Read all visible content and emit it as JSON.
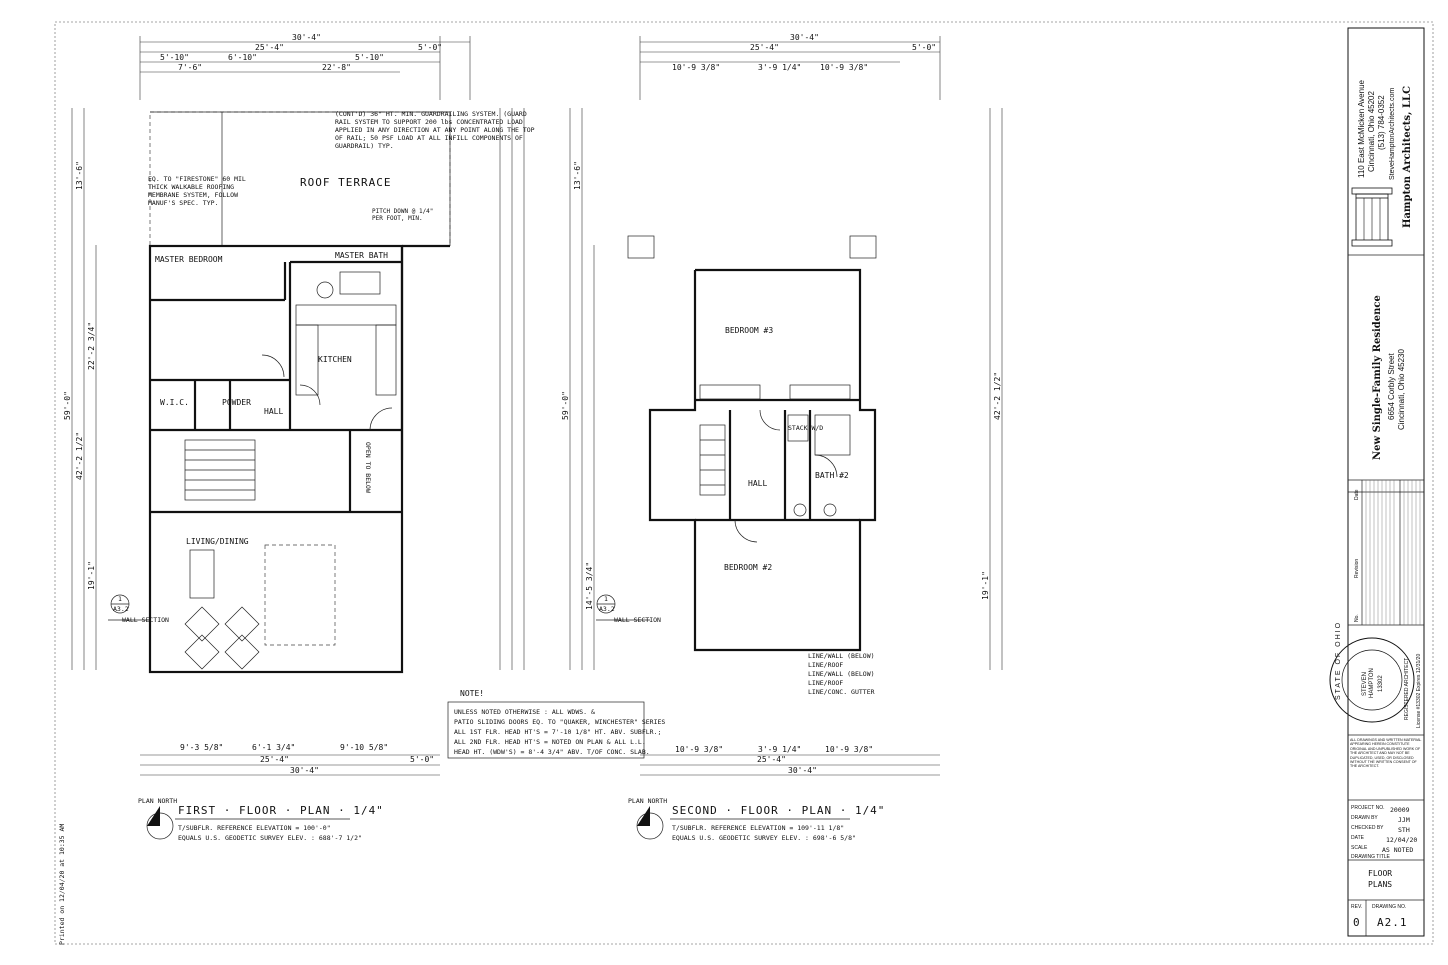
{
  "plot_stamp": "Printed on 12/04/20 at 10:35 AM",
  "first_floor": {
    "overall_width": "30'-4\"",
    "upper_dims": [
      "5'-10\"",
      "6'-10\"",
      "5'-10\"",
      "5'-0\"",
      "25'-4\"",
      "22'-8\"",
      "7'-6\""
    ],
    "lower_dims": [
      "9'-3 5/8\"",
      "6'-1 3/4\"",
      "9'-10 5/8\"",
      "5'-0\"",
      "25'-4\"",
      "30'-4\""
    ],
    "side_dims": [
      "59'-0\"",
      "22'-2 3/4\"",
      "19'-1\"",
      "13'-6\"",
      "42'-2 1/2\""
    ],
    "rooms": [
      "MASTER BEDROOM",
      "MASTER BATH",
      "KITCHEN",
      "W.I.C.",
      "POWDER",
      "HALL",
      "LIVING/DINING",
      "ROOF TERRACE",
      "OPEN TO BELOW"
    ],
    "guardrail_note": "(CONT'D) 36\" HT. MIN. GUARDRAILING SYSTEM. (GUARD RAIL SYSTEM TO SUPPORT 200 lbs CONCENTRATED LOAD APPLIED IN ANY DIRECTION AT ANY POINT ALONG THE TOP OF RAIL; 50 PSF LOAD AT ALL INFILL COMPONENTS OF GUARDRAIL) TYP.",
    "roof_note": "EQ. TO \"FIRESTONE\" 60 MIL THICK WALKABLE ROOFING MEMBRANE SYSTEM, FOLLOW MANUF'S SPEC. TYP.",
    "scupper_note": "PITCH DOWN @ 1/4\" PER FOOT, MIN.",
    "section_label": "WALL SECTION",
    "section_tag": "1",
    "section_sheet": "A3.2",
    "title": "FIRST · FLOOR · PLAN · 1/4\"",
    "ref_line1": "T/SUBFLR. REFERENCE ELEVATION = 100'-0\"",
    "ref_line2": "EQUALS U.S. GEODETIC SURVEY ELEV. : 688'-7 1/2\"",
    "north": "PLAN NORTH"
  },
  "second_floor": {
    "overall_width": "30'-4\"",
    "upper_dims": [
      "10'-9 3/8\"",
      "3'-9 1/4\"",
      "10'-9 3/8\"",
      "5'-0\"",
      "25'-4\""
    ],
    "lower_dims": [
      "10'-9 3/8\"",
      "3'-9 1/4\"",
      "10'-9 3/8\"",
      "25'-4\"",
      "30'-4\""
    ],
    "side_dims": [
      "59'-0\"",
      "14'-5 3/4\"",
      "19'-1\"",
      "13'-6\"",
      "42'-2 1/2\""
    ],
    "rooms": [
      "BEDROOM #3",
      "BEDROOM #2",
      "HALL",
      "BATH #2",
      "STACK W/D"
    ],
    "section_label": "WALL SECTION",
    "section_tag": "1",
    "section_sheet": "A3.2",
    "title": "SECOND · FLOOR · PLAN · 1/4\"",
    "ref_line1": "T/SUBFLR. REFERENCE ELEVATION = 109'-11 1/8\"",
    "ref_line2": "EQUALS U.S. GEODETIC SURVEY ELEV. : 698'-6 5/8\"",
    "north": "PLAN NORTH",
    "roof_legend": [
      "LINE/WALL (BELOW)",
      "LINE/ROOF",
      "LINE/WALL (BELOW)",
      "LINE/ROOF",
      "LINE/CONC. GUTTER"
    ]
  },
  "general_note": {
    "heading": "NOTE!",
    "lines": [
      "UNLESS NOTED OTHERWISE : ALL WDWS. &",
      "PATIO SLIDING DOORS EQ. TO \"QUAKER, WINCHESTER\" SERIES",
      "ALL 1ST FLR. HEAD HT'S = 7'-10 1/8\" HT. ABV. SUBFLR.;",
      "ALL 2ND FLR. HEAD HT'S = NOTED ON PLAN & ALL L.L.",
      "HEAD HT. (WDW'S) = 8'-4 3/4\" ABV. T/OF CONC. SLAB."
    ]
  },
  "firm": {
    "address_1": "110 East McMicken Avenue",
    "address_2": "Cincinnati, Ohio 45202",
    "phone": "(513) 784-0352",
    "web": "SteveHamptonArchitects.com",
    "name": "Hampton Architects, LLC"
  },
  "project": {
    "title": "New Single-Family Residence",
    "street": "6654 Corbly Street",
    "city": "Cincinnati, Ohio 45230"
  },
  "revisions": {
    "headers": [
      "No.",
      "Revision",
      "Date"
    ]
  },
  "seal": {
    "ring": "STATE OF OHIO",
    "name_1": "STEVEN",
    "name_2": "HAMPTON",
    "number": "13302",
    "reg": "REGISTERED ARCHITECT",
    "license": "License #13302 Expires 12/31/20"
  },
  "title_block": {
    "disclaimer": "ALL DRAWINGS AND WRITTEN MATERIAL APPEARING HEREIN CONSTITUTE ORIGINAL AND UNPUBLISHED WORK OF THE ARCHITECT AND MAY NOT BE DUPLICATED, USED, OR DISCLOSED WITHOUT THE WRITTEN CONSENT OF THE ARCHITECT.",
    "project_no_label": "PROJECT NO.",
    "project_no": "20009",
    "drawn_by_label": "DRAWN BY",
    "drawn_by": "JJM",
    "checked_by_label": "CHECKED BY",
    "checked_by": "STH",
    "date_label": "DATE",
    "date": "12/04/20",
    "scale_label": "SCALE",
    "scale": "AS NOTED",
    "drawing_title_label": "DRAWING TITLE",
    "drawing_title_1": "FLOOR",
    "drawing_title_2": "PLANS",
    "rev_label": "REV.",
    "rev": "0",
    "drawing_no_label": "DRAWING NO.",
    "drawing_no": "A2.1"
  }
}
